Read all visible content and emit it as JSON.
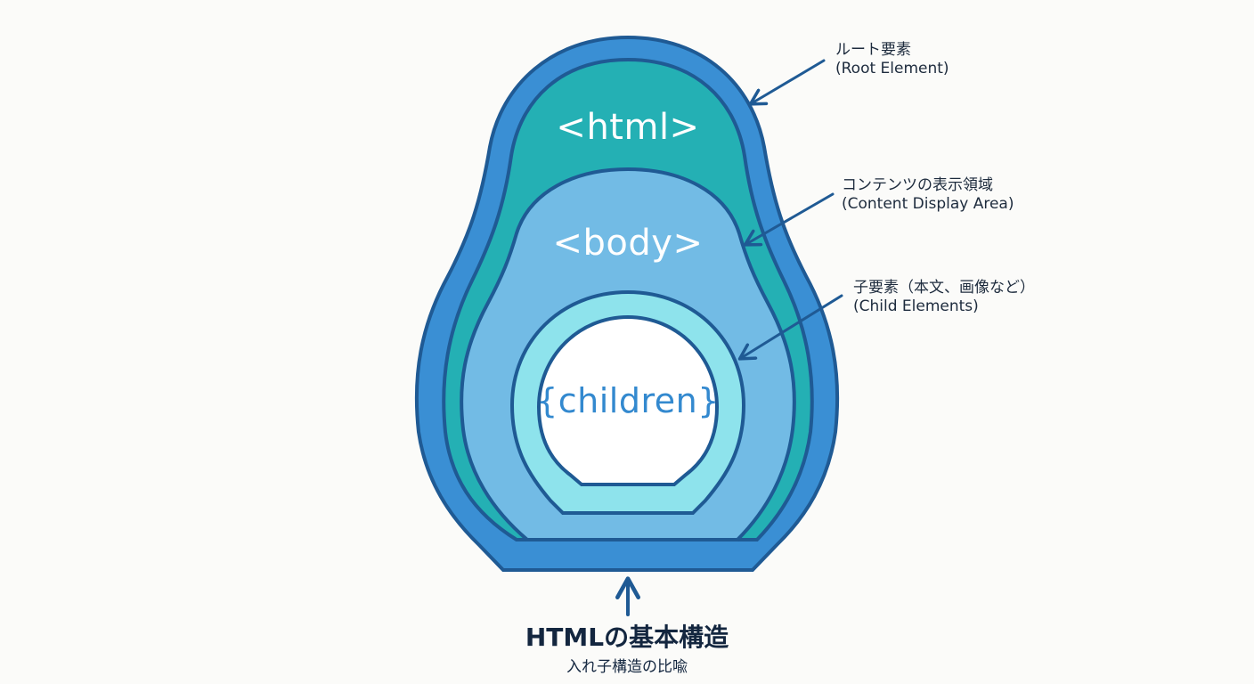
{
  "diagram": {
    "layers": {
      "html": {
        "tag": "<html>"
      },
      "body": {
        "tag": "<body>"
      },
      "children": {
        "tag": "{children}"
      }
    },
    "annotations": [
      {
        "id": "root",
        "label_jp": "ルート要素",
        "label_en": "(Root Element)"
      },
      {
        "id": "content",
        "label_jp": "コンテンツの表示領域",
        "label_en": "(Content Display Area)"
      },
      {
        "id": "child",
        "label_jp": "子要素（本文、画像など）",
        "label_en": "(Child Elements)"
      }
    ],
    "caption": {
      "title": "HTMLの基本構造",
      "subtitle": "入れ子構造の比喩"
    },
    "colors": {
      "background": "#fbfbf9",
      "outline": "#1f5a94",
      "outer_shell": "#3a8fd4",
      "html_layer": "#24b0b4",
      "body_layer": "#72bbe5",
      "children_ring": "#8ee3ec",
      "children_core": "#ffffff",
      "children_text": "#3389cf",
      "arrow": "#1f5a94",
      "text_dark": "#1d2b3d"
    }
  }
}
